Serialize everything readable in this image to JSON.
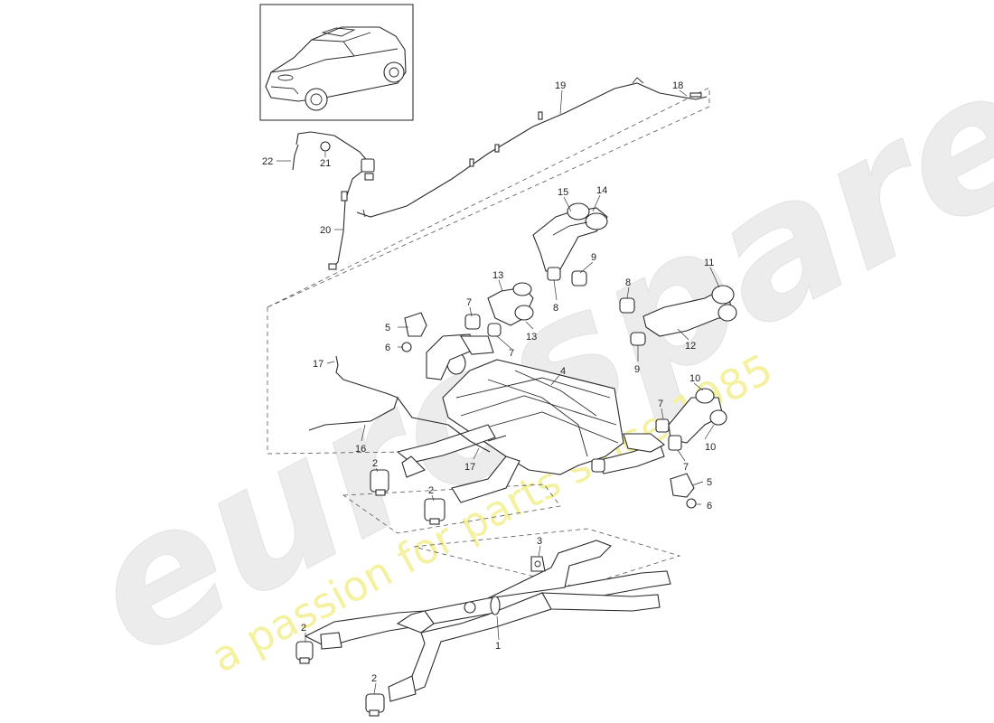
{
  "watermark": {
    "brand": "eurospares",
    "tagline": "a passion for parts since 1985"
  },
  "callouts": [
    {
      "id": "c1",
      "label": "1"
    },
    {
      "id": "c2a",
      "label": "2"
    },
    {
      "id": "c2b",
      "label": "2"
    },
    {
      "id": "c2c",
      "label": "2"
    },
    {
      "id": "c2d",
      "label": "2"
    },
    {
      "id": "c3",
      "label": "3"
    },
    {
      "id": "c4",
      "label": "4"
    },
    {
      "id": "c5a",
      "label": "5"
    },
    {
      "id": "c5b",
      "label": "5"
    },
    {
      "id": "c6a",
      "label": "6"
    },
    {
      "id": "c6b",
      "label": "6"
    },
    {
      "id": "c7a",
      "label": "7"
    },
    {
      "id": "c7b",
      "label": "7"
    },
    {
      "id": "c7c",
      "label": "7"
    },
    {
      "id": "c7d",
      "label": "7"
    },
    {
      "id": "c8a",
      "label": "8"
    },
    {
      "id": "c8b",
      "label": "8"
    },
    {
      "id": "c9a",
      "label": "9"
    },
    {
      "id": "c9b",
      "label": "9"
    },
    {
      "id": "c10a",
      "label": "10"
    },
    {
      "id": "c10b",
      "label": "10"
    },
    {
      "id": "c11",
      "label": "11"
    },
    {
      "id": "c12",
      "label": "12"
    },
    {
      "id": "c13a",
      "label": "13"
    },
    {
      "id": "c13b",
      "label": "13"
    },
    {
      "id": "c14",
      "label": "14"
    },
    {
      "id": "c15",
      "label": "15"
    },
    {
      "id": "c16",
      "label": "16"
    },
    {
      "id": "c17a",
      "label": "17"
    },
    {
      "id": "c17b",
      "label": "17"
    },
    {
      "id": "c18",
      "label": "18"
    },
    {
      "id": "c19",
      "label": "19"
    },
    {
      "id": "c20",
      "label": "20"
    },
    {
      "id": "c21",
      "label": "21"
    },
    {
      "id": "c22",
      "label": "22"
    }
  ]
}
